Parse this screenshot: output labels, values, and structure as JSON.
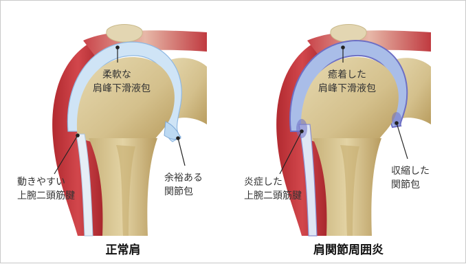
{
  "panels": [
    {
      "title": "正常肩",
      "bursa_label": [
        "柔軟な",
        "肩峰下滑液包"
      ],
      "tendon_label": [
        "動きやすい",
        "上腕二頭筋腱"
      ],
      "capsule_label": [
        "余裕ある",
        "関節包"
      ]
    },
    {
      "title": "肩関節周囲炎",
      "bursa_label": [
        "癒着した",
        "肩峰下滑液包"
      ],
      "tendon_label": [
        "炎症した",
        "上腕二頭筋腱"
      ],
      "capsule_label": [
        "収縮した",
        "関節包"
      ]
    }
  ],
  "colors": {
    "muscle": "#c8343a",
    "bone": "#d9c89a",
    "bursa_normal": "#bcd9f2",
    "bursa_inflamed": "#6d6fc4"
  }
}
